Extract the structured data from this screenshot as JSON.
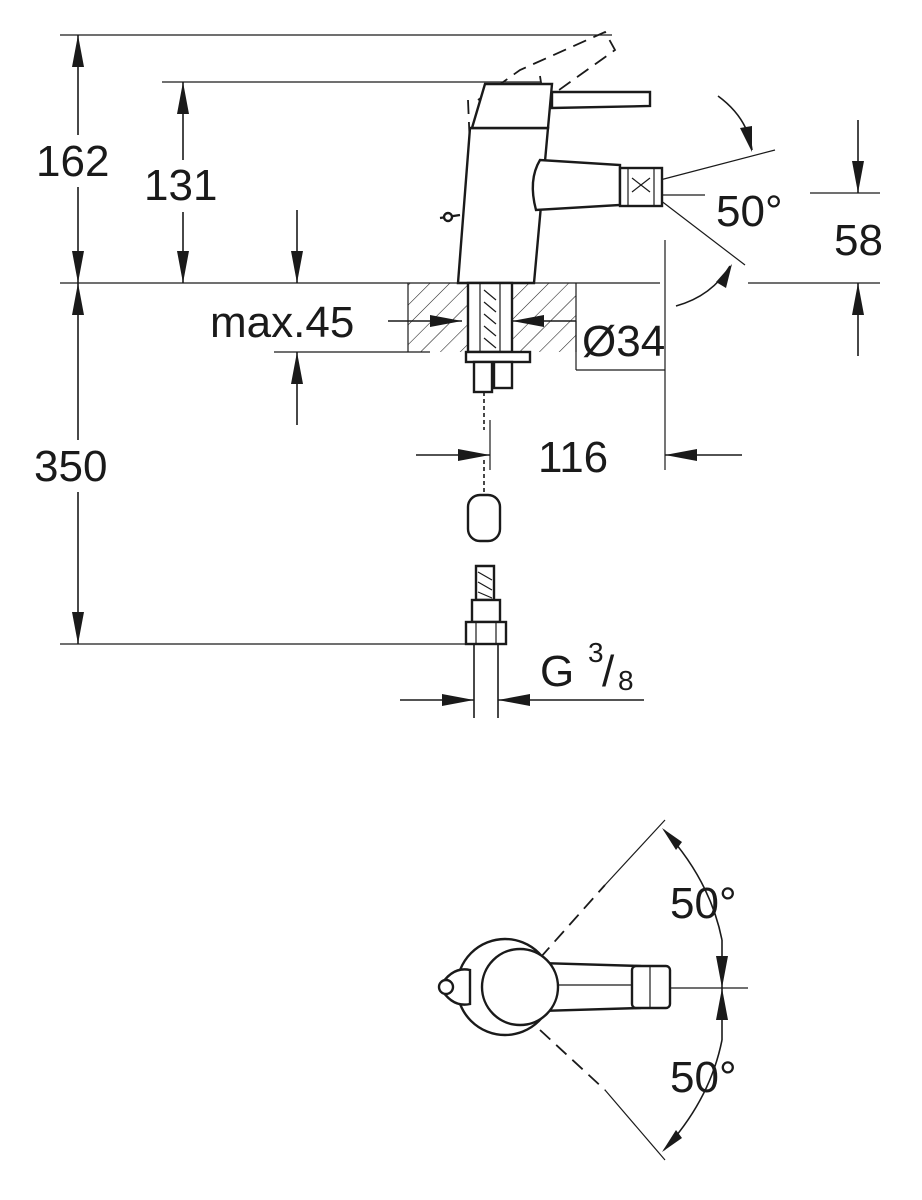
{
  "dimensions": {
    "total_height": "162",
    "spout_height": "131",
    "max_deck_thickness": "max.45",
    "hole_diameter": "Ø34",
    "below_deck_length": "350",
    "projection": "116",
    "spray_height": "58",
    "spray_angle": "50°",
    "swivel_angle_left": "50°",
    "swivel_angle_right": "50°",
    "connection_thread_letter": "G",
    "connection_thread_num": "3",
    "connection_thread_den": "8"
  },
  "colors": {
    "line": "#1a1a1a",
    "background": "#ffffff"
  }
}
